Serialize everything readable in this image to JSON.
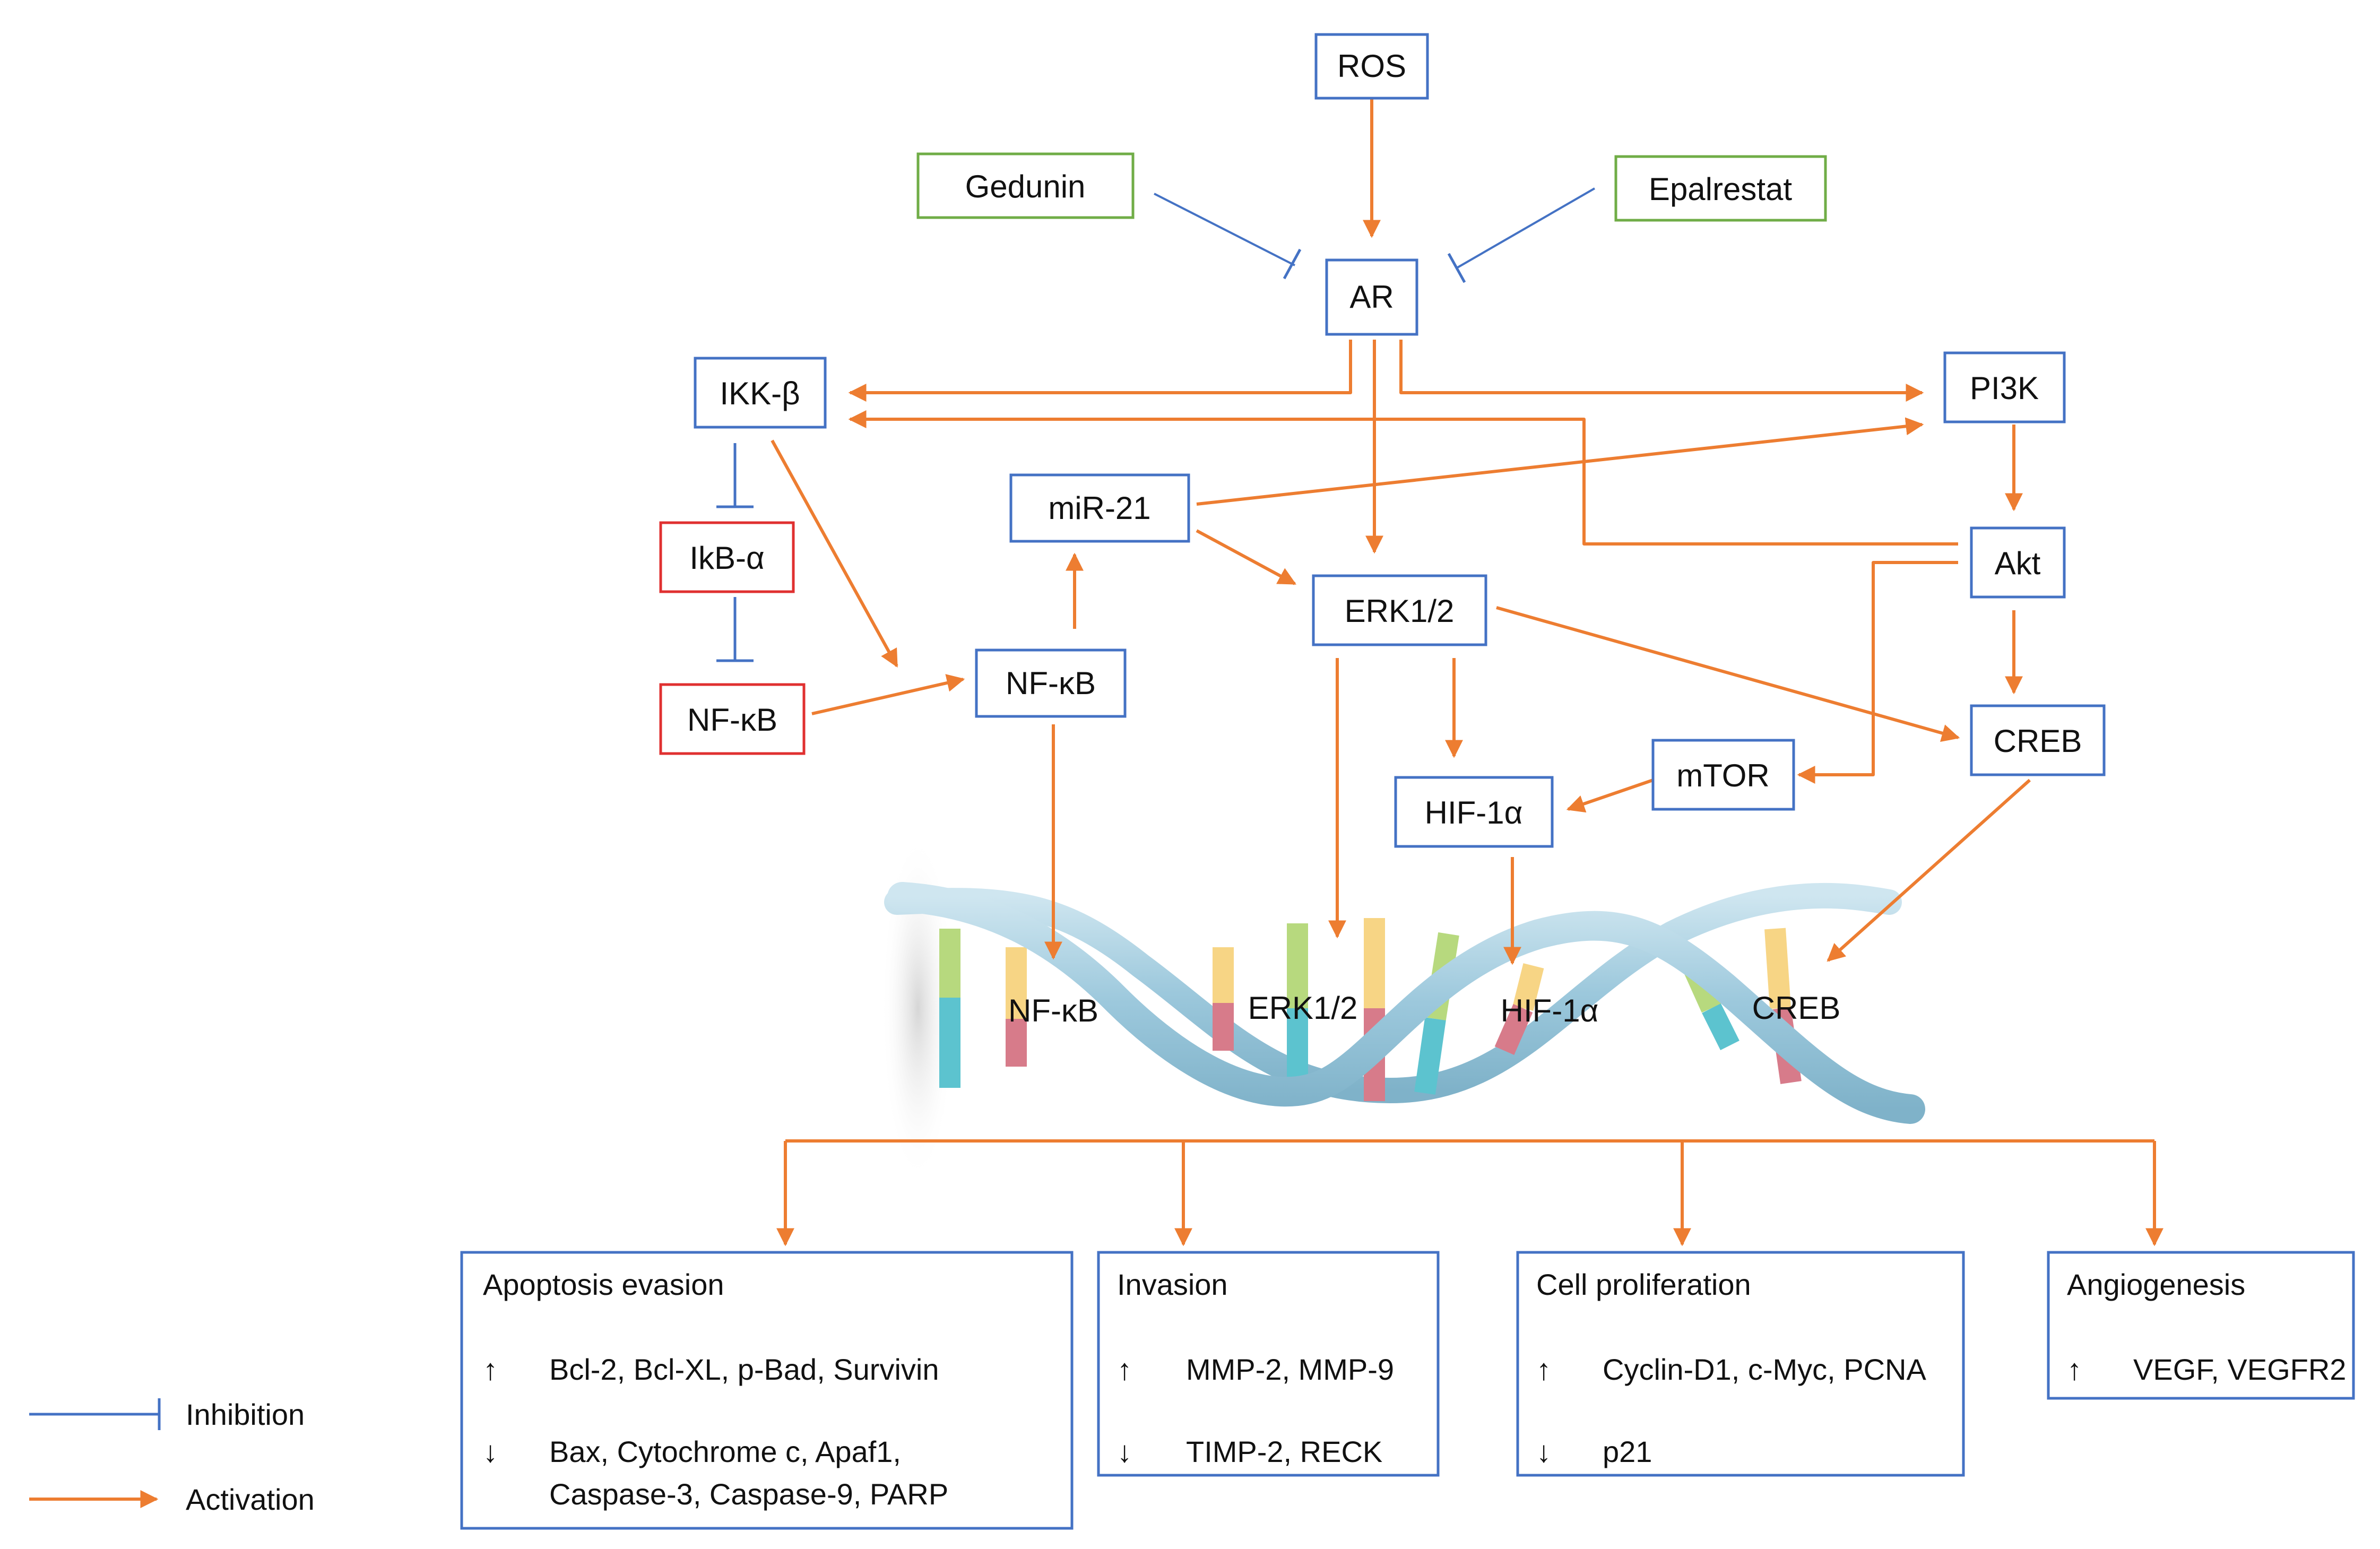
{
  "colors": {
    "activation": "#ed7d31",
    "inhibition": "#4472c4",
    "box_blue": "#4472c4",
    "box_green": "#70ad47",
    "box_red": "#e03030",
    "dna_strand": "#a8cfe0"
  },
  "nodes": {
    "ros": "ROS",
    "gedunin": "Gedunin",
    "epalrestat": "Epalrestat",
    "ar": "AR",
    "ikk_beta": "IKK-β",
    "pi3k": "PI3K",
    "mir21": "miR-21",
    "ikb_alpha": "IkB-α",
    "nfkb_red": "NF-κB",
    "nfkb": "NF-κB",
    "erk": "ERK1/2",
    "akt": "Akt",
    "creb": "CREB",
    "mtor": "mTOR",
    "hif": "HIF-1α"
  },
  "dna_labels": {
    "nfkb": "NF-κB",
    "erk": "ERK1/2",
    "hif": "HIF-1α",
    "creb": "CREB"
  },
  "outcomes": {
    "apoptosis": {
      "title": "Apoptosis evasion",
      "up_arrow": "↑",
      "up": "Bcl-2, Bcl-XL, p-Bad, Survivin",
      "down_arrow": "↓",
      "down_1": "Bax, Cytochrome c, Apaf1,",
      "down_2": "Caspase-3, Caspase-9, PARP"
    },
    "invasion": {
      "title": "Invasion",
      "up_arrow": "↑",
      "up": "MMP-2, MMP-9",
      "down_arrow": "↓",
      "down_1": "TIMP-2, RECK"
    },
    "proliferation": {
      "title": "Cell proliferation",
      "up_arrow": "↑",
      "up": "Cyclin-D1, c-Myc, PCNA",
      "down_arrow": "↓",
      "down_1": "p21"
    },
    "angiogenesis": {
      "title": "Angiogenesis",
      "up_arrow": "↑",
      "up": "VEGF, VEGFR2"
    }
  },
  "legend": {
    "inhibition": "Inhibition",
    "activation": "Activation"
  }
}
